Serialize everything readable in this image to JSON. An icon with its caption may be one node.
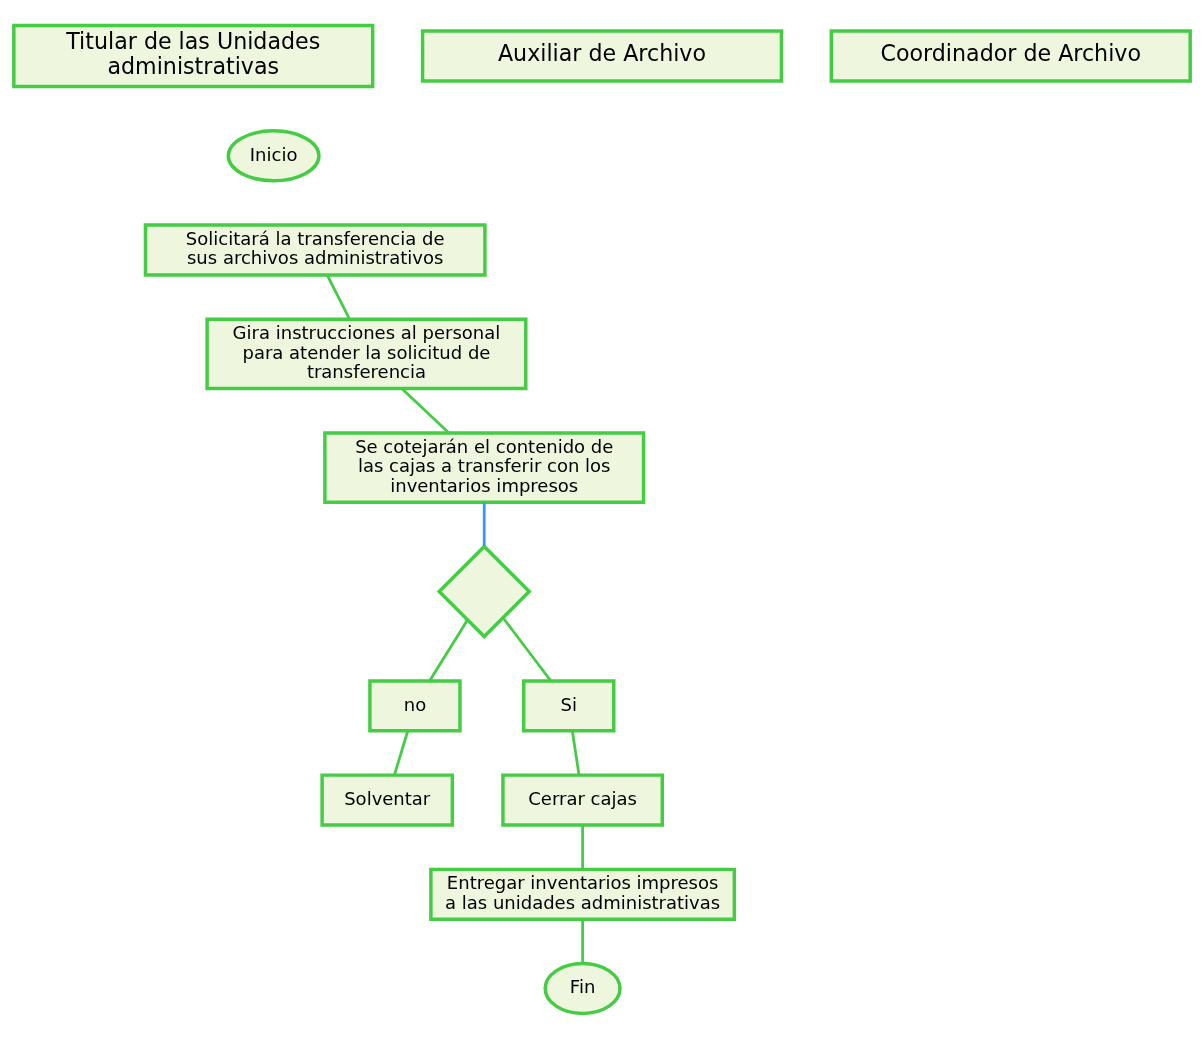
{
  "diagram": {
    "nodes": [
      {
        "text": [
          "Titular de las Unidades administrativas"
        ]
      },
      {
        "text": [
          "Auxiliar de Archivo"
        ]
      },
      {
        "text": [
          "Coordinador de Archivo"
        ]
      },
      {
        "text": [
          "Inicio"
        ]
      },
      {
        "text": [
          "Gira instrucciones al personal para atender la solicitud de transferencia"
        ]
      },
      {
        "text": [
          "Solicitará la transferencia de sus archivos administrativos"
        ]
      },
      {
        "text": [
          "Se cotejarán el contenido de las cajas a transferir con los inventarios impresos"
        ]
      },
      {
        "text": [],
        "shape": "diamond"
      },
      {
        "text": [
          "no"
        ]
      },
      {
        "text": [
          "Si"
        ]
      },
      {
        "text": [
          "Solventar"
        ]
      },
      {
        "text": [
          "Cerrar cajas"
        ]
      },
      {
        "text": [
          "Entregar inventarios impresos a las unidades administrativas"
        ]
      },
      {
        "text": [
          "Fin"
        ]
      }
    ],
    "edges": [
      {
        "from": 5,
        "to": 4,
        "arrow": "none"
      },
      {
        "from": 4,
        "to": 6,
        "arrow": "none"
      },
      {
        "from": 6,
        "to": 7,
        "arrow": "none",
        "color": "#3399ee"
      },
      {
        "from": 7,
        "to": 8,
        "arrow": "none"
      },
      {
        "from": 7,
        "to": 9,
        "arrow": "none"
      },
      {
        "from": 8,
        "to": 10,
        "arrow": "none"
      },
      {
        "from": 9,
        "to": 11,
        "arrow": "none"
      },
      {
        "from": 11,
        "to": 12,
        "arrow": "none"
      },
      {
        "from": 12,
        "to": 13,
        "arrow": "none"
      }
    ]
  }
}
